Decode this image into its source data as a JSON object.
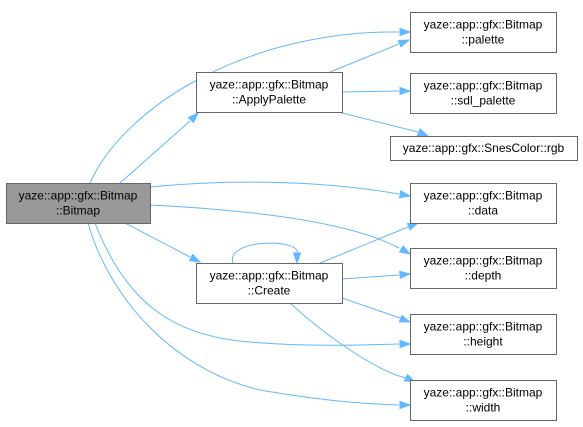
{
  "diagram": {
    "colors": {
      "edge": "#63b8ff",
      "node_border": "#666666",
      "root_fill": "#999999",
      "node_fill": "#ffffff"
    },
    "nodes": [
      {
        "id": "bitmap",
        "lines": [
          "yaze::app::gfx::Bitmap",
          "::Bitmap"
        ],
        "root": true
      },
      {
        "id": "applypalette",
        "lines": [
          "yaze::app::gfx::Bitmap",
          "::ApplyPalette"
        ]
      },
      {
        "id": "create",
        "lines": [
          "yaze::app::gfx::Bitmap",
          "::Create"
        ]
      },
      {
        "id": "palette",
        "lines": [
          "yaze::app::gfx::Bitmap",
          "::palette"
        ]
      },
      {
        "id": "sdl_palette",
        "lines": [
          "yaze::app::gfx::Bitmap",
          "::sdl_palette"
        ]
      },
      {
        "id": "rgb",
        "lines": [
          "yaze::app::gfx::SnesColor::rgb"
        ]
      },
      {
        "id": "data",
        "lines": [
          "yaze::app::gfx::Bitmap",
          "::data"
        ]
      },
      {
        "id": "depth",
        "lines": [
          "yaze::app::gfx::Bitmap",
          "::depth"
        ]
      },
      {
        "id": "height",
        "lines": [
          "yaze::app::gfx::Bitmap",
          "::height"
        ]
      },
      {
        "id": "width",
        "lines": [
          "yaze::app::gfx::Bitmap",
          "::width"
        ]
      }
    ],
    "edges": [
      {
        "from": "bitmap",
        "to": "palette"
      },
      {
        "from": "bitmap",
        "to": "applypalette"
      },
      {
        "from": "bitmap",
        "to": "data"
      },
      {
        "from": "bitmap",
        "to": "depth"
      },
      {
        "from": "bitmap",
        "to": "create"
      },
      {
        "from": "bitmap",
        "to": "height"
      },
      {
        "from": "bitmap",
        "to": "width"
      },
      {
        "from": "applypalette",
        "to": "palette"
      },
      {
        "from": "applypalette",
        "to": "sdl_palette"
      },
      {
        "from": "applypalette",
        "to": "rgb"
      },
      {
        "from": "create",
        "to": "create"
      },
      {
        "from": "create",
        "to": "data"
      },
      {
        "from": "create",
        "to": "depth"
      },
      {
        "from": "create",
        "to": "height"
      },
      {
        "from": "create",
        "to": "width"
      }
    ]
  }
}
